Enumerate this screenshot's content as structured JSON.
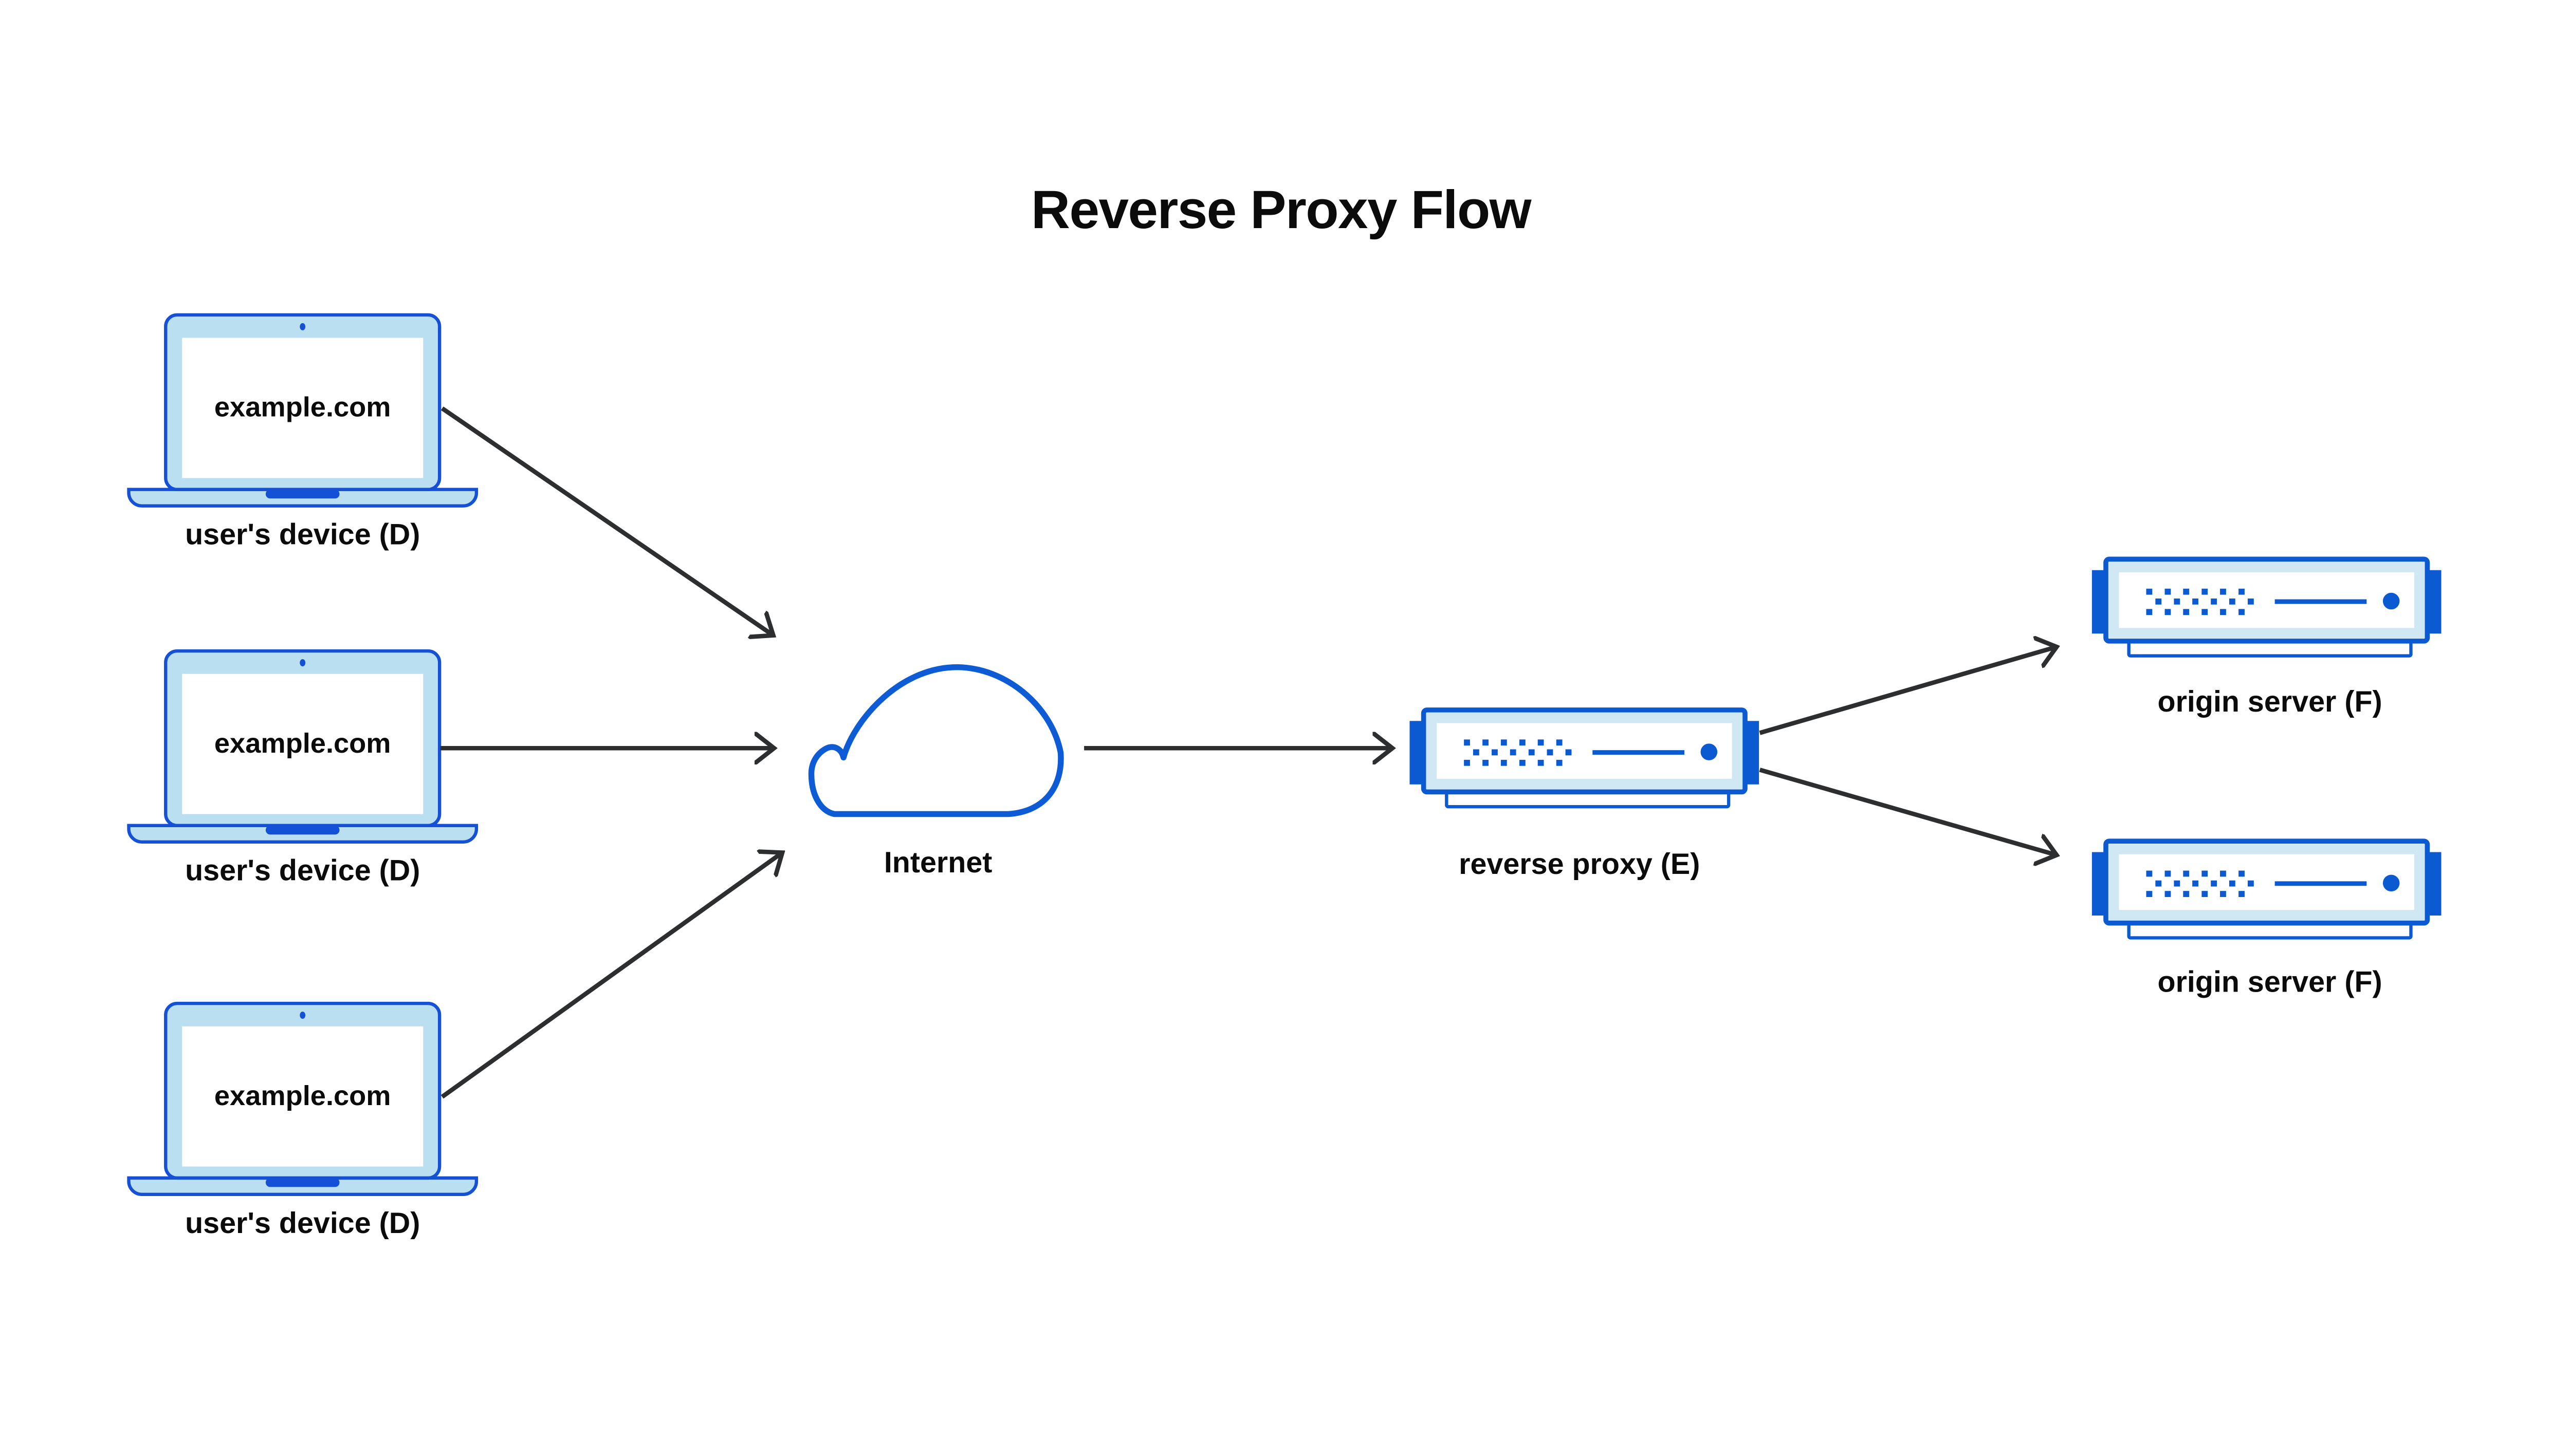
{
  "title": "Reverse Proxy Flow",
  "nodes": {
    "devices": [
      {
        "id": "device-1",
        "screen_text": "example.com",
        "label": "user's device (D)"
      },
      {
        "id": "device-2",
        "screen_text": "example.com",
        "label": "user's device (D)"
      },
      {
        "id": "device-3",
        "screen_text": "example.com",
        "label": "user's device (D)"
      }
    ],
    "internet": {
      "id": "internet",
      "label": "Internet"
    },
    "reverse_proxy": {
      "id": "reverse-proxy",
      "label": "reverse proxy (E)"
    },
    "origin_servers": [
      {
        "id": "origin-1",
        "label": "origin server (F)"
      },
      {
        "id": "origin-2",
        "label": "origin server (F)"
      }
    ]
  },
  "edges": [
    {
      "from": "device-1",
      "to": "internet"
    },
    {
      "from": "device-2",
      "to": "internet"
    },
    {
      "from": "device-3",
      "to": "internet"
    },
    {
      "from": "internet",
      "to": "reverse-proxy"
    },
    {
      "from": "reverse-proxy",
      "to": "origin-1"
    },
    {
      "from": "reverse-proxy",
      "to": "origin-2"
    }
  ],
  "colors": {
    "device_outline": "#1551d6",
    "device_fill": "#badff0",
    "server_outline": "#0c5ad2",
    "server_fill": "#cfe8f3",
    "cloud_outline": "#0d5cd6",
    "arrow": "#2c2e30",
    "text": "#0b0b0c",
    "background": "#ffffff"
  }
}
